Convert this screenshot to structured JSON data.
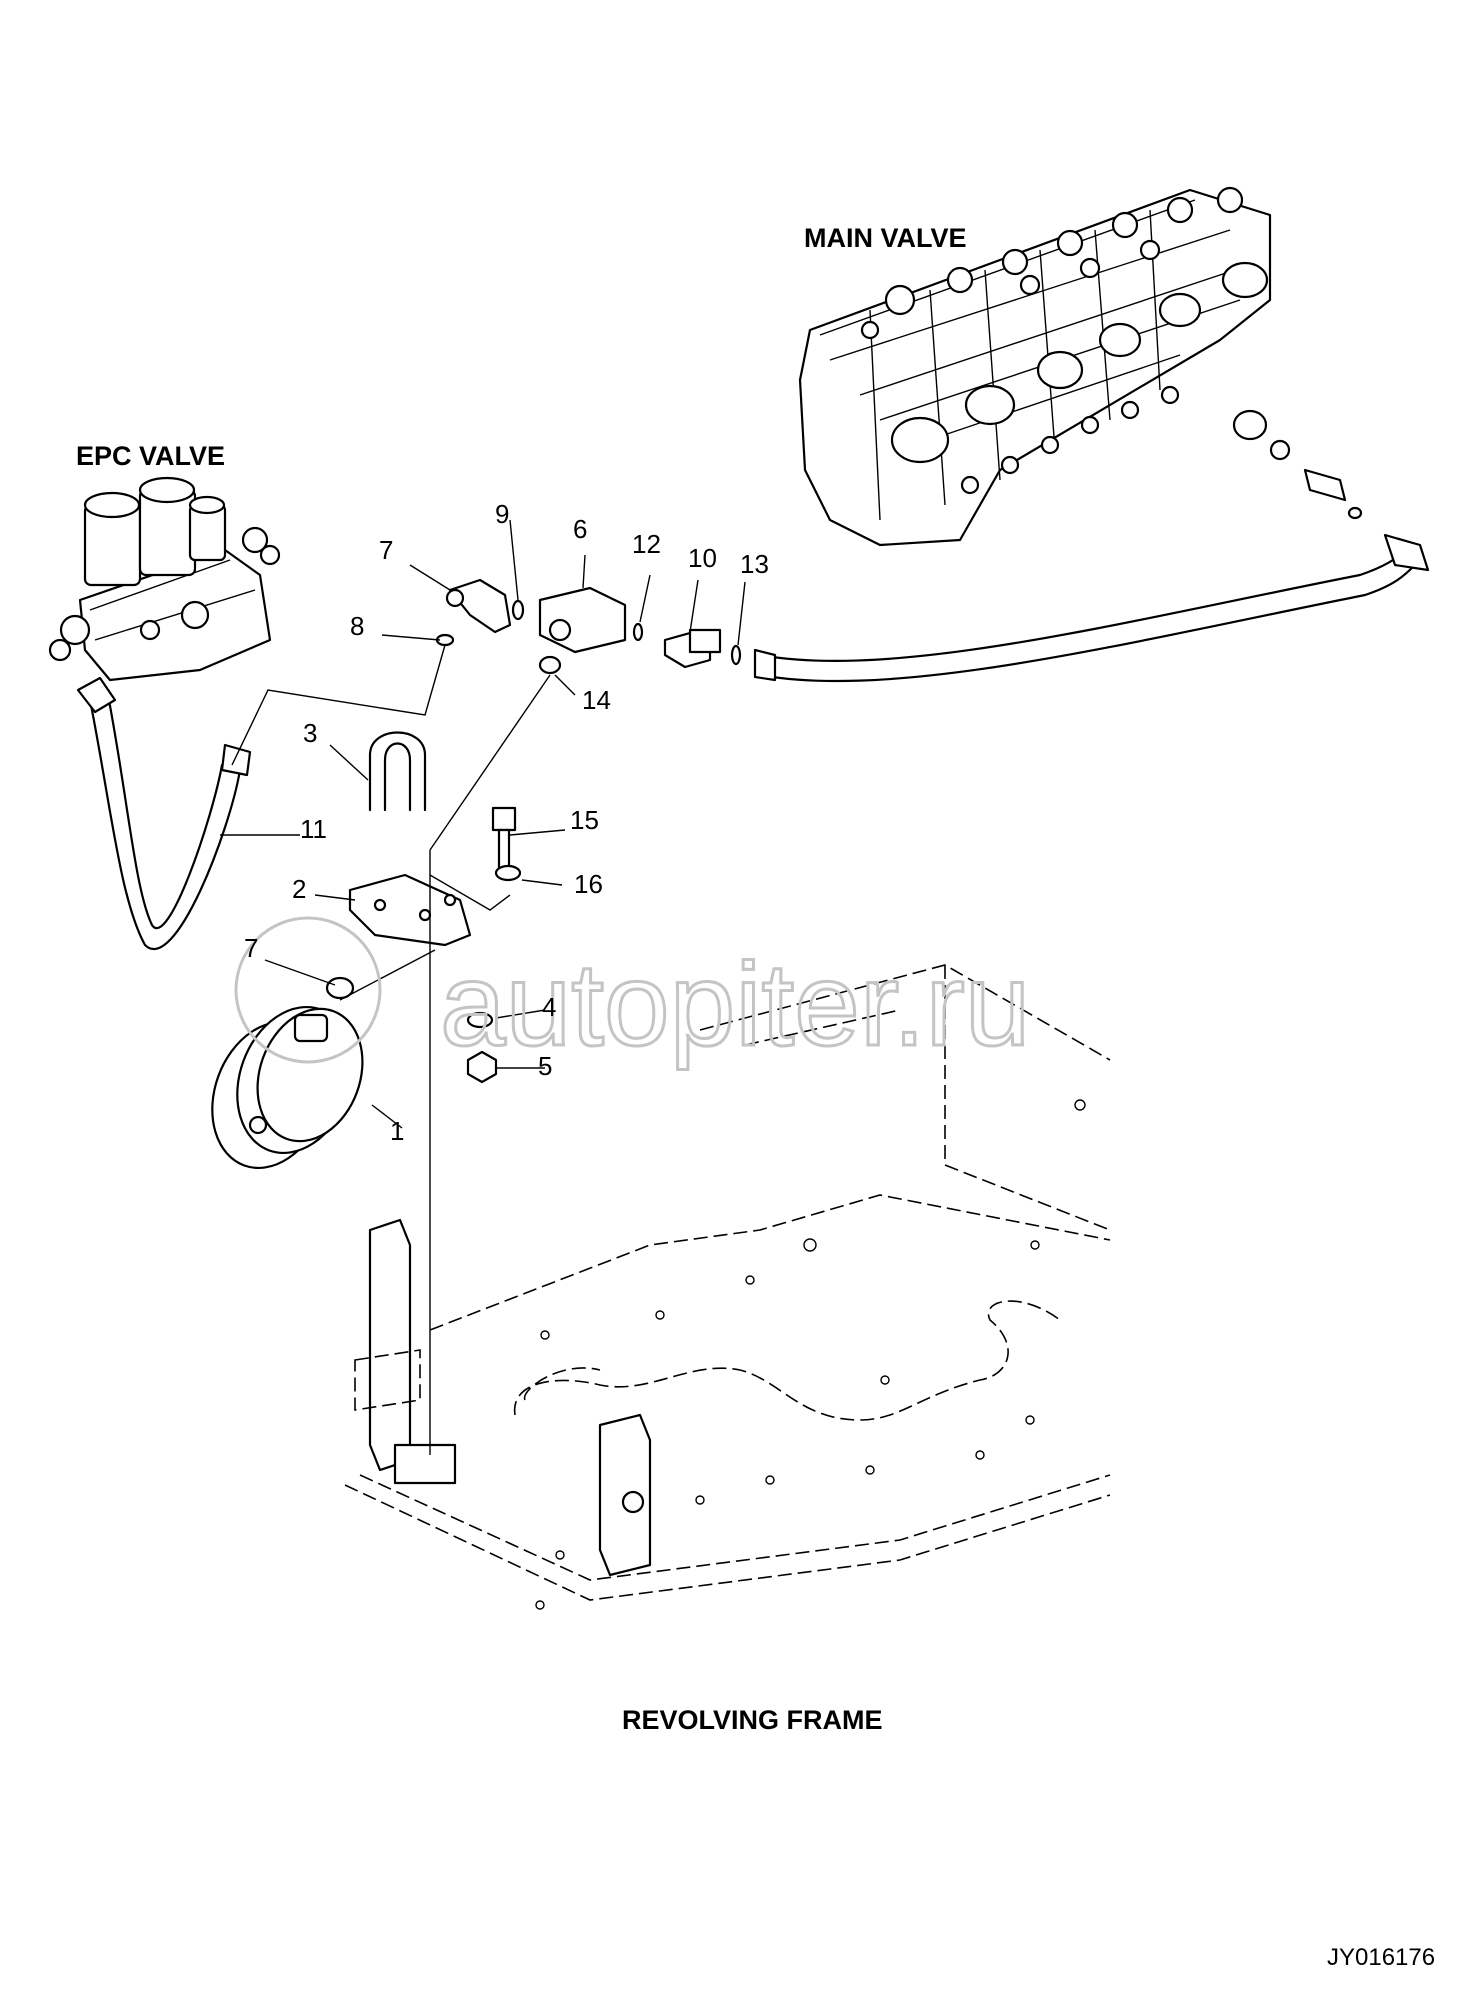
{
  "assemblies": {
    "main_valve": "MAIN VALVE",
    "epc_valve": "EPC VALVE",
    "revolving_frame": "REVOLVING FRAME"
  },
  "callouts": {
    "c1": "1",
    "c2": "2",
    "c3": "3",
    "c4": "4",
    "c5": "5",
    "c6": "6",
    "c7a": "7",
    "c7b": "7",
    "c8": "8",
    "c9": "9",
    "c10": "10",
    "c11": "11",
    "c12": "12",
    "c13": "13",
    "c14": "14",
    "c15": "15",
    "c16": "16"
  },
  "watermark": "autopiter.ru",
  "drawing_code": "JY016176"
}
